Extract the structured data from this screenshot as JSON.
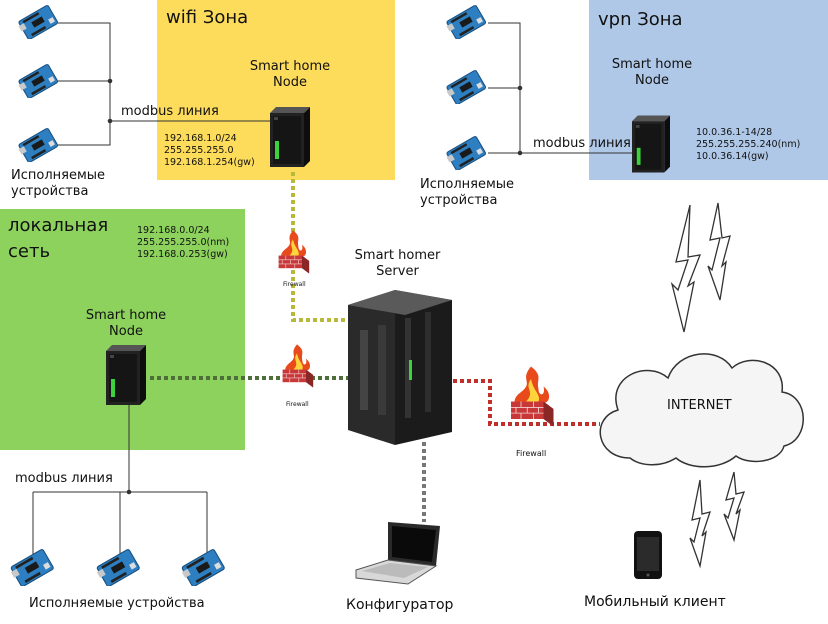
{
  "zones": {
    "wifi": {
      "title": "wifi Зона",
      "color": "#fddc5c"
    },
    "vpn": {
      "title": "vpn Зона",
      "color": "#b0c8e8"
    },
    "local": {
      "title_line1": "локальная",
      "title_line2": "сеть",
      "color": "#8ed25e"
    }
  },
  "nodes": {
    "wifi": {
      "label_line1": "Smart home",
      "label_line2": "Node",
      "ips": [
        "192.168.1.0/24",
        "255.255.255.0",
        "192.168.1.254(gw)"
      ]
    },
    "vpn": {
      "label_line1": "Smart home",
      "label_line2": "Node",
      "ips": [
        "10.0.36.1-14/28",
        "255.255.255.240(nm)",
        "10.0.36.14(gw)"
      ]
    },
    "local": {
      "label_line1": "Smart home",
      "label_line2": "Node",
      "ips": [
        "192.168.0.0/24",
        "255.255.255.0(nm)",
        "192.168.0.253(gw)"
      ]
    }
  },
  "server": {
    "label_line1": "Smart homer",
    "label_line2": "Server"
  },
  "modbus_label": "modbus линия",
  "devices": {
    "left_line1": "Исполняемые",
    "left_line2": "устройства",
    "vpn_line1": "Исполняемые",
    "vpn_line2": "устройства",
    "bottom": "Исполняемые устройства"
  },
  "firewall_label": "Firewall",
  "internet_label": "INTERNET",
  "configurator_label": "Конфигуратор",
  "mobile_label": "Мобильный клиент",
  "link_colors": {
    "wifi": "#b8b83a",
    "local": "#4e6e3a",
    "internet": "#c0302a",
    "configurator": "#777777"
  }
}
